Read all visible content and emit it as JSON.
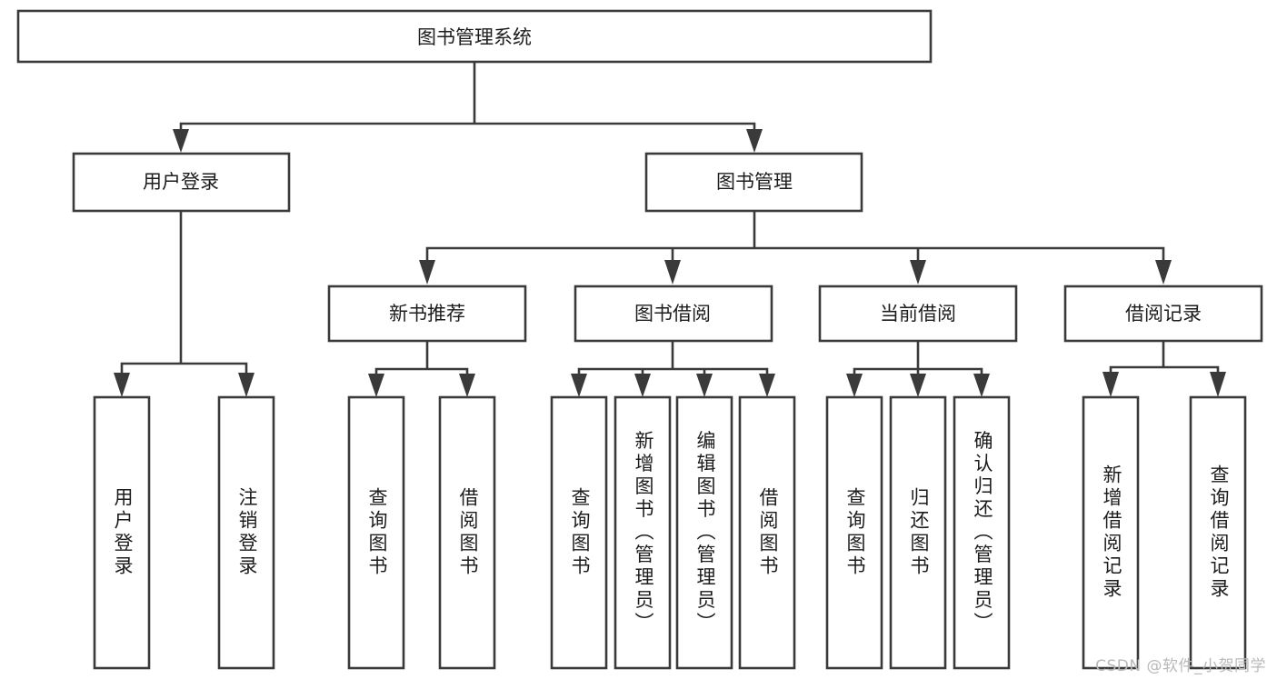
{
  "diagram": {
    "title": "图书管理系统",
    "watermark": "CSDN @软件_小贺同学",
    "colors": {
      "stroke": "#3a3a3a",
      "fill": "#ffffff",
      "text": "#1c1c1c",
      "watermark": "#b9b9b9"
    },
    "levels": {
      "root": {
        "label": "图书管理系统"
      },
      "level2": [
        {
          "label": "用户登录"
        },
        {
          "label": "图书管理"
        }
      ],
      "level3": [
        {
          "label": "新书推荐"
        },
        {
          "label": "图书借阅"
        },
        {
          "label": "当前借阅"
        },
        {
          "label": "借阅记录"
        }
      ],
      "leaves_user_login": [
        {
          "label": "用户登录"
        },
        {
          "label": "注销登录"
        }
      ],
      "leaves_new_book": [
        {
          "label": "查询图书"
        },
        {
          "label": "借阅图书"
        }
      ],
      "leaves_borrow_book": [
        {
          "label": "查询图书"
        },
        {
          "label": "新增图书（管理员）"
        },
        {
          "label": "编辑图书（管理员）"
        },
        {
          "label": "借阅图书"
        }
      ],
      "leaves_current_borrow": [
        {
          "label": "查询图书"
        },
        {
          "label": "归还图书"
        },
        {
          "label": "确认归还（管理员）"
        }
      ],
      "leaves_borrow_record": [
        {
          "label": "新增借阅记录"
        },
        {
          "label": "查询借阅记录"
        }
      ]
    }
  }
}
